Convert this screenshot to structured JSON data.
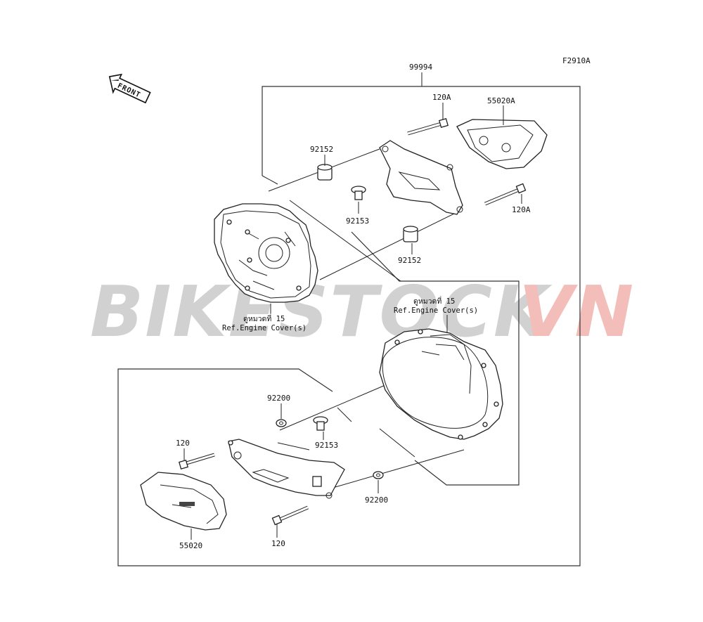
{
  "figure_code": "F2910A",
  "watermark": {
    "part1": "BIKESTOCK",
    "part2": "VN",
    "color1": "#c9c9c9",
    "color2": "#f2b3ad"
  },
  "front_arrow": {
    "label": "FRONT"
  },
  "callouts": {
    "p99994": "99994",
    "p120A_top": "120A",
    "p55020A": "55020A",
    "p92152_top": "92152",
    "p92153_top": "92153",
    "p120A_right": "120A",
    "p92152_mid": "92152",
    "p92200_top": "92200",
    "p92153_bottom": "92153",
    "p120_left": "120",
    "p92200_right": "92200",
    "p120_bottom": "120",
    "p55020": "55020"
  },
  "refs": {
    "left": {
      "thai": "ดูหมวดที่ 15",
      "eng": "Ref.Engine Cover(s)"
    },
    "right": {
      "thai": "ดูหมวดที่ 15",
      "eng": "Ref.Engine Cover(s)"
    }
  },
  "colors": {
    "line": "#222222"
  }
}
